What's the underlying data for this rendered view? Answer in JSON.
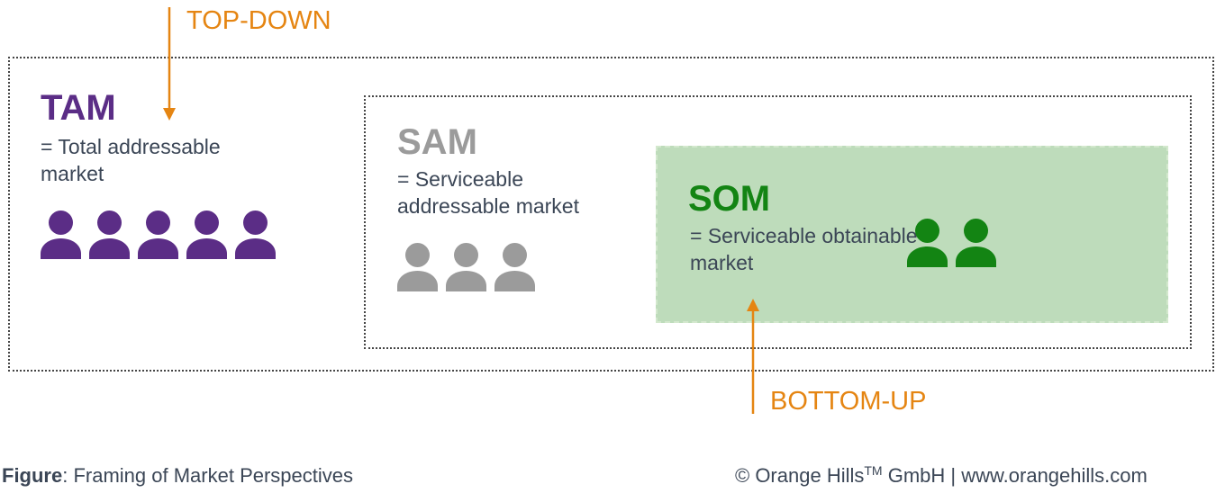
{
  "colors": {
    "tam": "#5b2d86",
    "sam": "#9b9b9b",
    "som": "#138413",
    "som_fill": "#bedcbb",
    "arrow": "#e58512",
    "text": "#3b4656"
  },
  "tam": {
    "title": "TAM",
    "description": "= Total addressable market",
    "people_count": 5
  },
  "sam": {
    "title": "SAM",
    "description": "= Serviceable addressable market",
    "people_count": 3
  },
  "som": {
    "title": "SOM",
    "description": "= Serviceable obtainable market",
    "people_count": 2
  },
  "arrows": {
    "top_down": "TOP-DOWN",
    "bottom_up": "BOTTOM-UP"
  },
  "footer": {
    "caption_bold": "Figure",
    "caption_text": ": Framing of Market Perspectives",
    "copyright_prefix": "© Orange Hills",
    "copyright_tm": "TM",
    "copyright_suffix": " GmbH | www.orangehills.com"
  }
}
